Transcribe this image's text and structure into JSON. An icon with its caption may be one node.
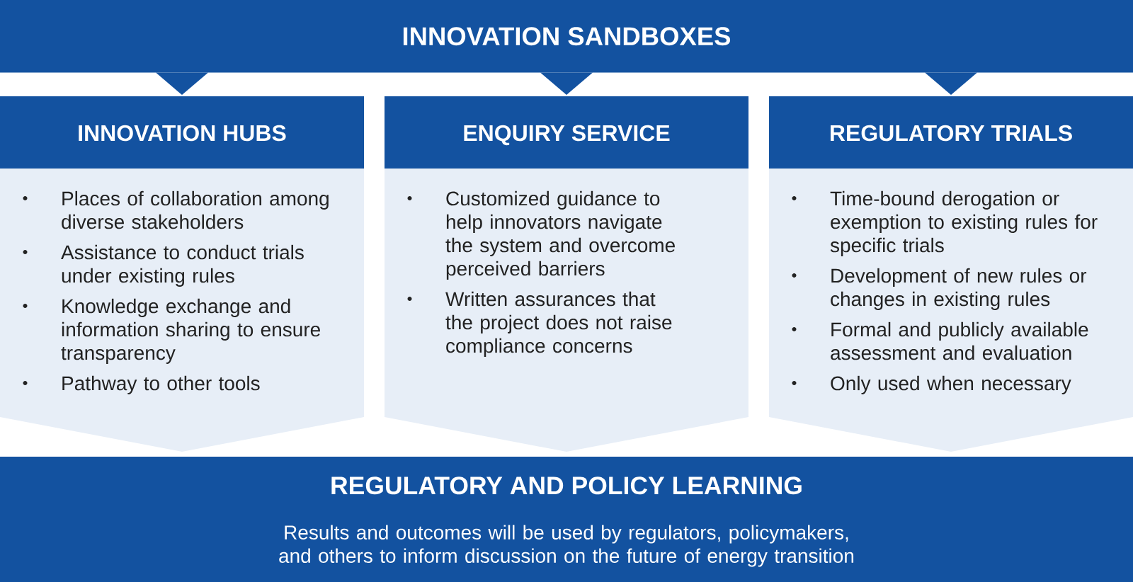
{
  "diagram": {
    "nodes": [
      {
        "text": [
          "INNOVATION SANDBOXES"
        ]
      },
      {
        "text": [
          "INNOVATION HUBS",
          "Places of collaboration among diverse stakeholders",
          "Assistance to conduct trials under existing rules",
          "Knowledge exchange and information sharing to ensure transparency",
          "Pathway to other tools"
        ]
      },
      {
        "text": [
          "ENQUIRY SERVICE",
          "Customized guidance to help innovators navigate the system and overcome perceived barriers",
          "Written assurances that the project does not raise compliance concerns"
        ]
      },
      {
        "text": [
          "REGULATORY TRIALS",
          "Time-bound derogation or exemption to existing rules for specific trials",
          "Development of new rules or changes in existing rules",
          "Formal and publicly available assessment and evaluation",
          "Only used when necessary"
        ]
      },
      {
        "text": [
          "REGULATORY AND POLICY LEARNING",
          "Results and outcomes will be used by regulators, policymakers, and others to inform discussion on the future of energy transition"
        ]
      }
    ],
    "edges": [
      {
        "from": 0,
        "to": 1,
        "arrow": "to"
      },
      {
        "from": 0,
        "to": 2,
        "arrow": "to"
      },
      {
        "from": 0,
        "to": 3,
        "arrow": "to"
      }
    ]
  }
}
